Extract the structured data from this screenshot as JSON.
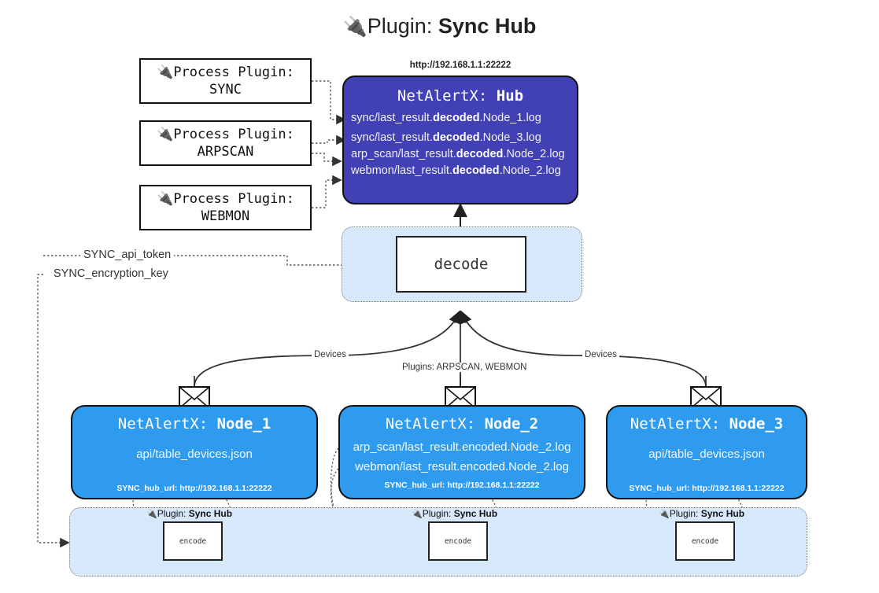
{
  "title": {
    "icon": "plug-icon",
    "icon_glyph": "🔌",
    "prefix": "Plugin: ",
    "name": "Sync Hub"
  },
  "colors": {
    "hub_fill": "#4141b5",
    "node_fill": "#2f9bee",
    "container_fill": "#d7e8fa",
    "box_border": "#111111",
    "white": "#ffffff"
  },
  "process_plugins": [
    {
      "line1": "Process Plugin:",
      "line2": "SYNC",
      "icon": "plug-icon"
    },
    {
      "line1": "Process Plugin:",
      "line2": "ARPSCAN",
      "icon": "plug-icon"
    },
    {
      "line1": "Process Plugin:",
      "line2": "WEBMON",
      "icon": "plug-icon"
    }
  ],
  "hub": {
    "url": "http://192.168.1.1:22222",
    "title_prefix": "NetAlertX: ",
    "title_name": "Hub",
    "logs": [
      {
        "pre": "sync/last_result.",
        "mid": "decoded",
        "post": ".Node_1.log"
      },
      {
        "pre": "sync/last_result.",
        "mid": "decoded",
        "post": ".Node_3.log"
      },
      {
        "pre": "arp_scan/last_result.",
        "mid": "decoded",
        "post": ".Node_2.log"
      },
      {
        "pre": "webmon/last_result.",
        "mid": "decoded",
        "post": ".Node_2.log"
      }
    ]
  },
  "decode": {
    "label": "decode"
  },
  "tokens": {
    "api_token": "SYNC_api_token",
    "encryption_key": "SYNC_encryption_key"
  },
  "edges": {
    "devices_left": "Devices",
    "devices_right": "Devices",
    "plugins_center": "Plugins: ARPSCAN, WEBMON"
  },
  "nodes": [
    {
      "title_prefix": "NetAlertX: ",
      "title_name": "Node_1",
      "lines": [
        "api/table_devices.json"
      ],
      "url_label": "SYNC_hub_url: ",
      "url": "http://192.168.1.1:22222",
      "icon": "envelope-icon"
    },
    {
      "title_prefix": "NetAlertX: ",
      "title_name": "Node_2",
      "lines": [
        "arp_scan/last_result.encoded.Node_2.log",
        "webmon/last_result.encoded.Node_2.log"
      ],
      "url_label": "SYNC_hub_url: ",
      "url": "http://192.168.1.1:22222",
      "icon": "envelope-icon"
    },
    {
      "title_prefix": "NetAlertX: ",
      "title_name": "Node_3",
      "lines": [
        "api/table_devices.json"
      ],
      "url_label": "SYNC_hub_url: ",
      "url": "http://192.168.1.1:22222",
      "icon": "envelope-icon"
    }
  ],
  "encoders": [
    {
      "plug_prefix": "Plugin: ",
      "plug_name": "Sync Hub",
      "label": "encode",
      "icon": "plug-icon"
    },
    {
      "plug_prefix": "Plugin: ",
      "plug_name": "Sync Hub",
      "label": "encode",
      "icon": "plug-icon"
    },
    {
      "plug_prefix": "Plugin: ",
      "plug_name": "Sync Hub",
      "label": "encode",
      "icon": "plug-icon"
    }
  ]
}
